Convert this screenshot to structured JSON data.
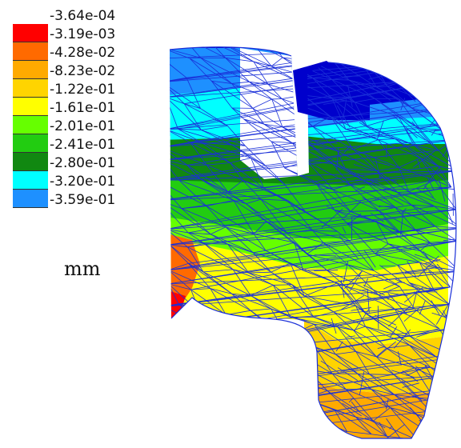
{
  "legend": {
    "labels": [
      "-3.64e-04",
      "-3.19e-03",
      "-4.28e-02",
      "-8.23e-02",
      "-1.22e-01",
      "-1.61e-01",
      "-2.01e-01",
      "-2.41e-01",
      "-2.80e-01",
      "-3.20e-01",
      "-3.59e-01"
    ],
    "colors": [
      "#ff0000",
      "#ff6a00",
      "#ffaa00",
      "#ffd400",
      "#ffff00",
      "#66ff00",
      "#22cc11",
      "#118811",
      "#00ffff",
      "#1e90ff",
      "#0000cc"
    ],
    "unit": "mm"
  },
  "mesh_color": "#1a2fd8",
  "model_colors": {
    "dark_blue": "#0000cc",
    "blue": "#1e90ff",
    "cyan": "#00ffff",
    "dark_green": "#118811",
    "green": "#22cc11",
    "light_green": "#66ff00",
    "yellow": "#ffff00",
    "gold": "#ffd400",
    "orange": "#ffaa00",
    "dark_orange": "#ff6a00",
    "red": "#ff0000"
  }
}
